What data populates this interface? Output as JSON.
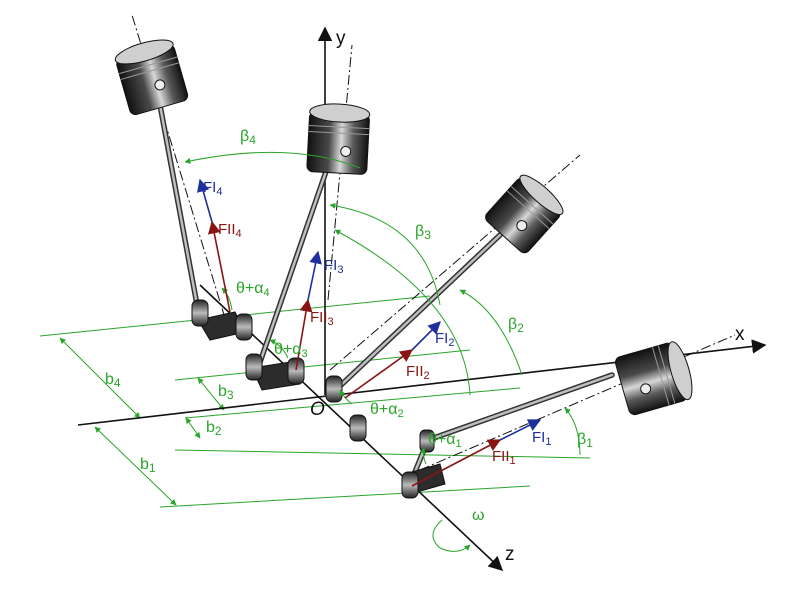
{
  "axes": {
    "x": "x",
    "y": "y",
    "z": "z",
    "origin": "O",
    "omega": "ω"
  },
  "dimensions": {
    "b1": "b",
    "b1_sub": "1",
    "b2": "b",
    "b2_sub": "2",
    "b3": "b",
    "b3_sub": "3",
    "b4": "b",
    "b4_sub": "4"
  },
  "angles": {
    "beta1": "β",
    "beta1_sub": "1",
    "beta2": "β",
    "beta2_sub": "2",
    "beta3": "β",
    "beta3_sub": "3",
    "beta4": "β",
    "beta4_sub": "4",
    "theta_alpha1": "θ+α",
    "theta_alpha1_sub": "1",
    "theta_alpha2": "θ+α",
    "theta_alpha2_sub": "2",
    "theta_alpha3": "θ+α",
    "theta_alpha3_sub": "3",
    "theta_alpha4": "θ+α",
    "theta_alpha4_sub": "4"
  },
  "forces": {
    "FI1": "FI",
    "FI1_sub": "1",
    "FI2": "FI",
    "FI2_sub": "2",
    "FI3": "FI",
    "FI3_sub": "3",
    "FI4": "FI",
    "FI4_sub": "4",
    "FII1": "FII",
    "FII1_sub": "1",
    "FII2": "FII",
    "FII2_sub": "2",
    "FII3": "FII",
    "FII3_sub": "3",
    "FII4": "FII",
    "FII4_sub": "4"
  },
  "colors": {
    "dimension": "#2aa52a",
    "first_order_force": "#1f2f9c",
    "second_order_force": "#8a1414",
    "axis": "#111111"
  }
}
